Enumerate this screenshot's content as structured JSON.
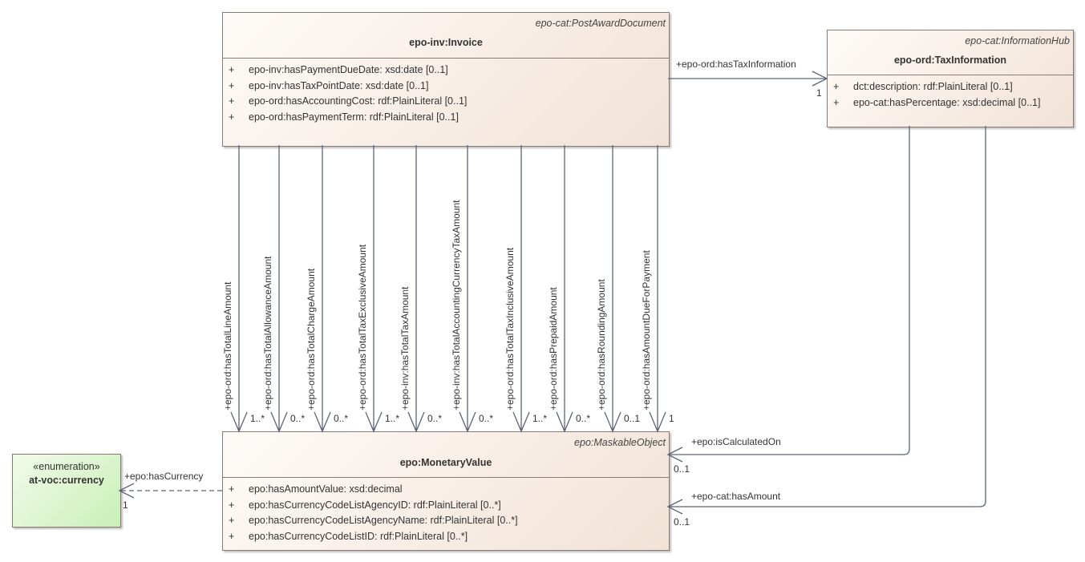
{
  "classes": {
    "invoice": {
      "stereotype": "epo-cat:PostAwardDocument",
      "name": "epo-inv:Invoice",
      "attributes": [
        {
          "vis": "+",
          "text": "epo-inv:hasPaymentDueDate: xsd:date [0..1]"
        },
        {
          "vis": "+",
          "text": "epo-inv:hasTaxPointDate: xsd:date [0..1]"
        },
        {
          "vis": "+",
          "text": "epo-ord:hasAccountingCost: rdf:PlainLiteral [0..1]"
        },
        {
          "vis": "+",
          "text": "epo-ord:hasPaymentTerm: rdf:PlainLiteral [0..1]"
        }
      ]
    },
    "tax": {
      "stereotype": "epo-cat:InformationHub",
      "name": "epo-ord:TaxInformation",
      "attributes": [
        {
          "vis": "+",
          "text": "dct:description: rdf:PlainLiteral [0..1]"
        },
        {
          "vis": "+",
          "text": "epo-cat:hasPercentage: xsd:decimal [0..1]"
        }
      ]
    },
    "monetary": {
      "stereotype": "epo:MaskableObject",
      "name": "epo:MonetaryValue",
      "attributes": [
        {
          "vis": "+",
          "text": "epo:hasAmountValue: xsd:decimal"
        },
        {
          "vis": "+",
          "text": "epo:hasCurrencyCodeListAgencyID: rdf:PlainLiteral [0..*]"
        },
        {
          "vis": "+",
          "text": "epo:hasCurrencyCodeListAgencyName: rdf:PlainLiteral [0..*]"
        },
        {
          "vis": "+",
          "text": "epo:hasCurrencyCodeListID: rdf:PlainLiteral [0..*]"
        }
      ]
    },
    "currency": {
      "stereotype": "«enumeration»",
      "name": "at-voc:currency"
    }
  },
  "associations": {
    "amounts": [
      {
        "role": "+epo-ord:hasTotalLineAmount",
        "mult": "1..*"
      },
      {
        "role": "+epo-ord:hasTotalAllowanceAmount",
        "mult": "0..*"
      },
      {
        "role": "+epo-ord:hasTotalChargeAmount",
        "mult": "0..*"
      },
      {
        "role": "+epo-ord:hasTotalTaxExclusiveAmount",
        "mult": "1..*"
      },
      {
        "role": "+epo-inv:hasTotalTaxAmount",
        "mult": "0..*"
      },
      {
        "role": "+epo-inv:hasTotalAccountingCurrencyTaxAmount",
        "mult": "0..*"
      },
      {
        "role": "+epo-ord:hasTotalTaxInclusiveAmount",
        "mult": "1..*"
      },
      {
        "role": "+epo-ord:hasPrepaidAmount",
        "mult": "0..*"
      },
      {
        "role": "+epo-ord:hasRoundingAmount",
        "mult": "0..1"
      },
      {
        "role": "+epo-ord:hasAmountDueForPayment",
        "mult": "1"
      }
    ],
    "taxInfo": {
      "role": "+epo-ord:hasTaxInformation",
      "mult": "1"
    },
    "calculatedOn": {
      "role": "+epo:isCalculatedOn",
      "mult": "0..1"
    },
    "hasAmount": {
      "role": "+epo-cat:hasAmount",
      "mult": "0..1"
    },
    "currency": {
      "role": "+epo:hasCurrency",
      "mult": "1"
    }
  }
}
